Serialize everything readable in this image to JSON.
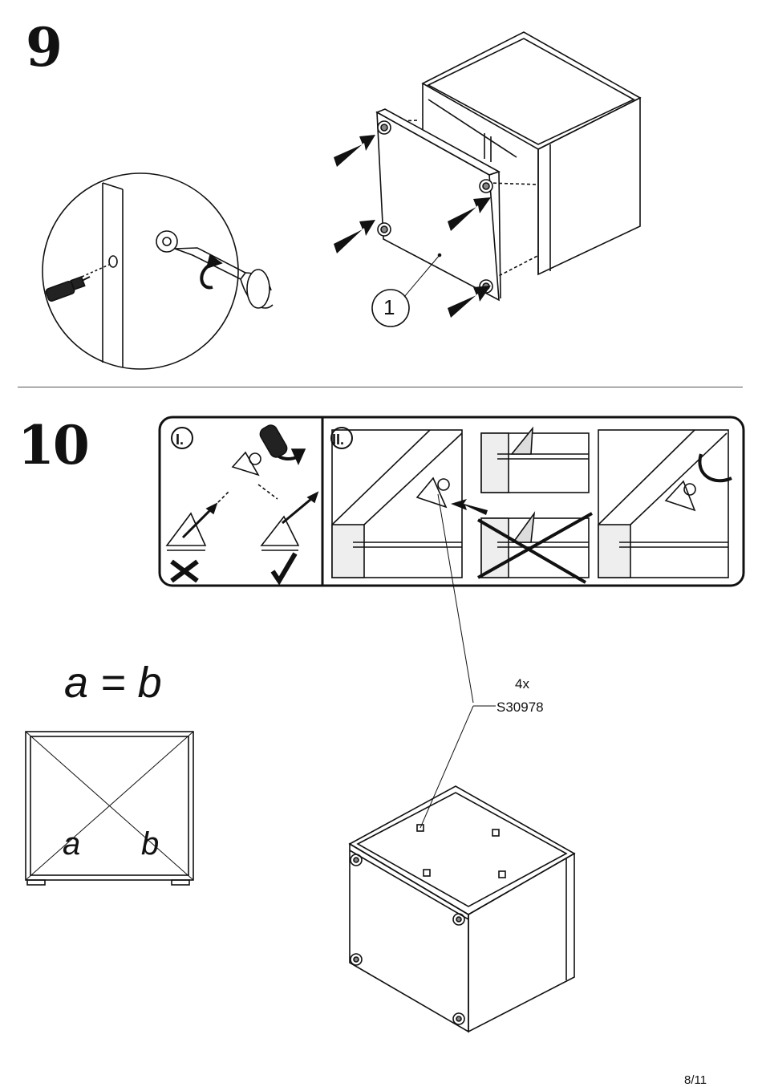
{
  "steps": {
    "step9": {
      "number": "9",
      "callout": "1"
    },
    "step10": {
      "number": "10",
      "panel_i_label": "I.",
      "panel_ii_label": "II.",
      "formula": "a = b",
      "diag_a": "a",
      "diag_b": "b",
      "hardware": {
        "quantity": "4x",
        "part_number": "S30978"
      }
    }
  },
  "footer": {
    "page": "8/11"
  },
  "icons": [
    "screwdriver-icon",
    "rotate-arrow-icon",
    "push-arrow-icon",
    "cross-mark-icon",
    "check-mark-icon",
    "screw-icon",
    "bracket-icon"
  ]
}
